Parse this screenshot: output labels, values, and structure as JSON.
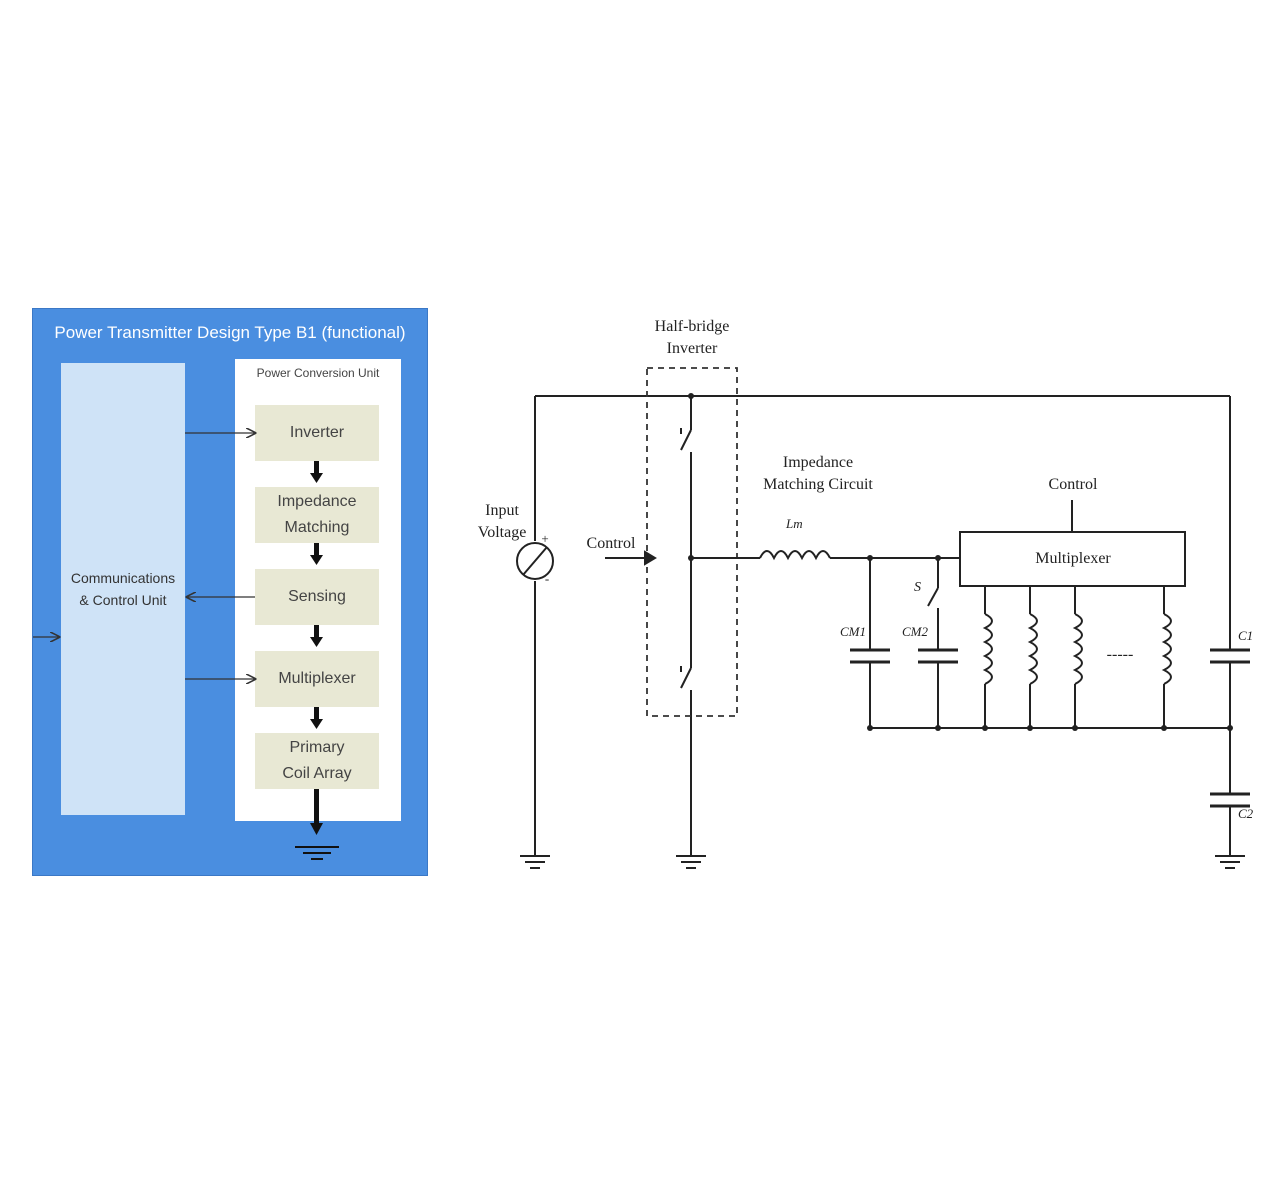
{
  "block_diagram": {
    "title": "Power Transmitter Design Type B1 (functional)",
    "comm_unit_label": "Communications\n& Control Unit",
    "pcu_title": "Power Conversion Unit",
    "boxes": {
      "inverter": "Inverter",
      "impedance_matching": "Impedance\nMatching",
      "sensing": "Sensing",
      "multiplexer": "Multiplexer",
      "primary_coil_array": "Primary\nCoil Array"
    },
    "colors": {
      "outer": "#4a8ee0",
      "comm_unit": "#cfe3f7",
      "pcu_box": "#e8e8d4"
    }
  },
  "circuit": {
    "half_bridge_label": "Half-bridge\nInverter",
    "input_voltage_label": "Input\nVoltage",
    "control_left_label": "Control",
    "impedance_label": "Impedance\nMatching Circuit",
    "control_top_label": "Control",
    "multiplexer_label": "Multiplexer",
    "lm_label": "Lm",
    "s_label": "S",
    "cm1_label": "CM1",
    "cm2_label": "CM2",
    "c1_label": "C1",
    "c2_label": "C2",
    "plus_label": "+",
    "minus_label": "-",
    "ellipsis": "-----"
  }
}
